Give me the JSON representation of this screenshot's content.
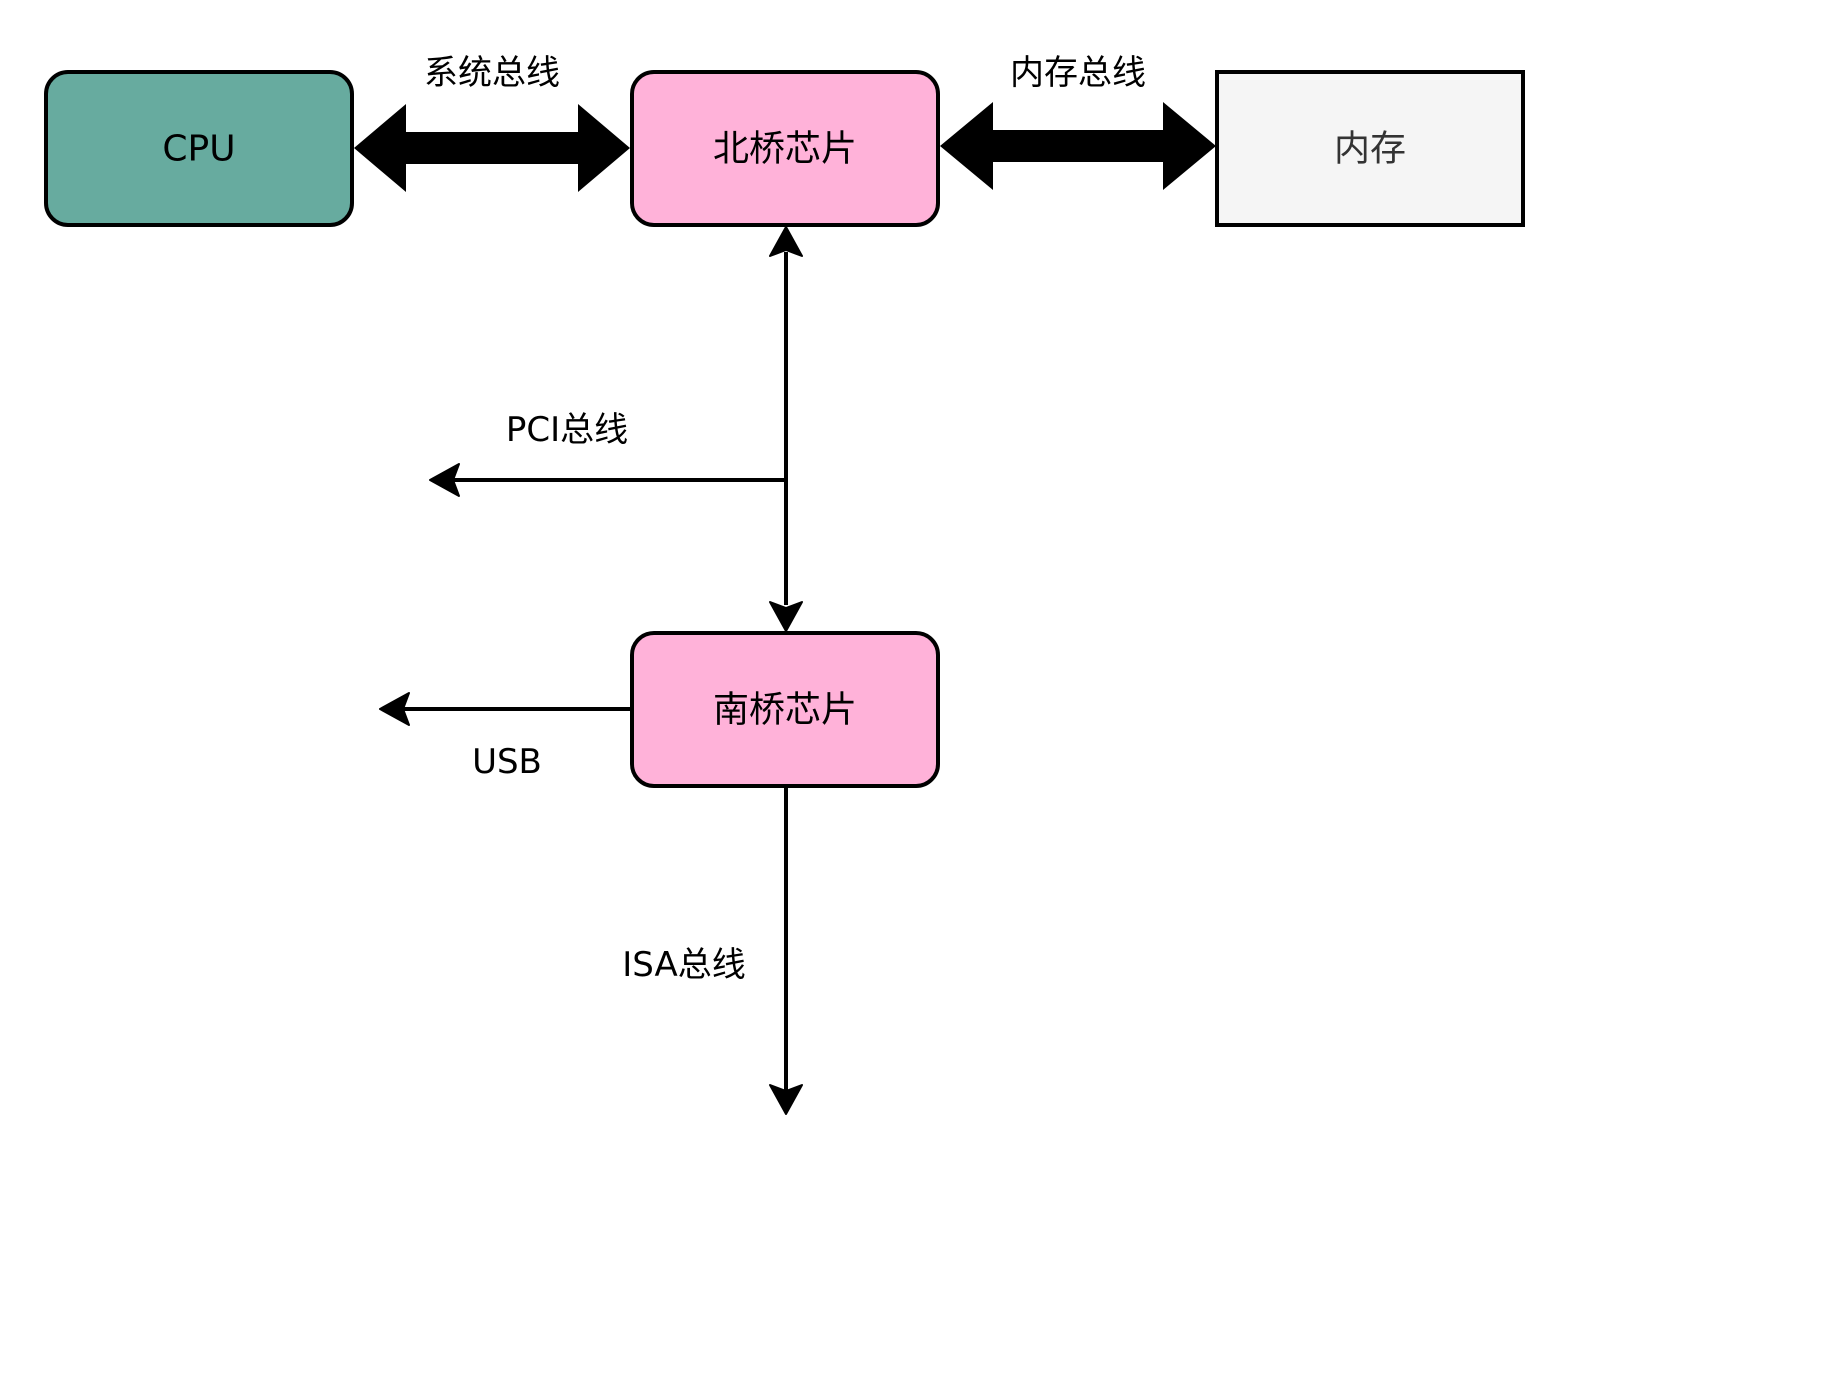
{
  "nodes": {
    "cpu": {
      "label": "CPU",
      "fill": "#67ab9f"
    },
    "northbridge": {
      "label": "北桥芯片",
      "fill": "#ffb2d9"
    },
    "memory": {
      "label": "内存",
      "fill": "#f5f5f5"
    },
    "southbridge": {
      "label": "南桥芯片",
      "fill": "#ffb2d9"
    }
  },
  "edges": {
    "system_bus": {
      "label": "系统总线"
    },
    "memory_bus": {
      "label": "内存总线"
    },
    "pci_bus": {
      "label": "PCI总线"
    },
    "usb": {
      "label": "USB"
    },
    "isa_bus": {
      "label": "ISA总线"
    }
  },
  "colors": {
    "stroke": "#000000",
    "background": "#ffffff"
  }
}
